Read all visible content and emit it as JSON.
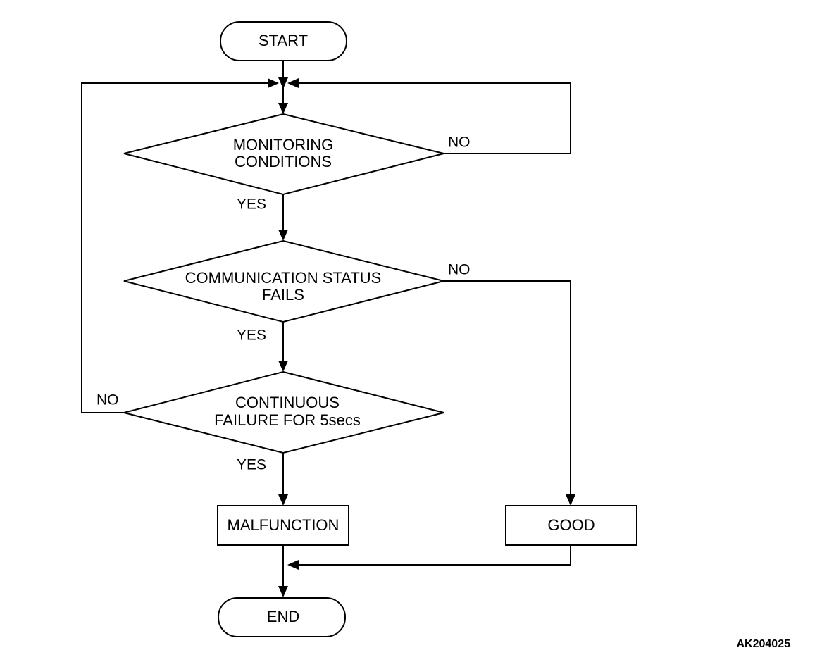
{
  "nodes": {
    "start": "START",
    "monitoring": [
      "MONITORING",
      "CONDITIONS"
    ],
    "communication": [
      "COMMUNICATION STATUS",
      "FAILS"
    ],
    "continuous": [
      "CONTINUOUS",
      "FAILURE FOR 5secs"
    ],
    "malfunction": "MALFUNCTION",
    "good": "GOOD",
    "end": "END"
  },
  "edge_labels": {
    "monitoring_no": "NO",
    "monitoring_yes": "YES",
    "communication_no": "NO",
    "communication_yes": "YES",
    "continuous_no": "NO",
    "continuous_yes": "YES"
  },
  "reference_code": "AK204025"
}
